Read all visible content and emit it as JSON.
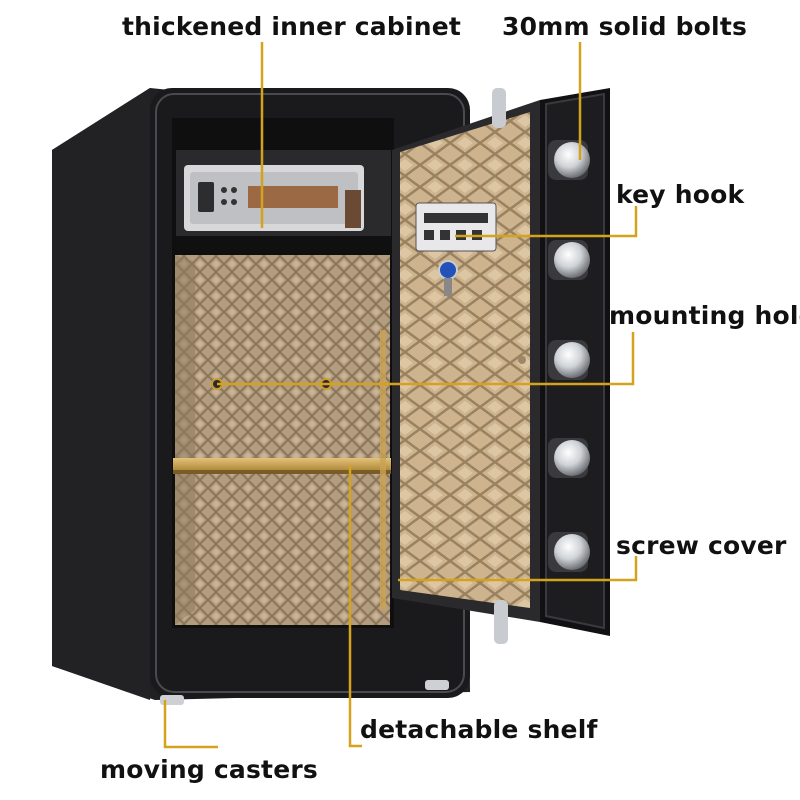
{
  "callouts": {
    "inner_cabinet": "thickened inner cabinet",
    "solid_bolts": "30mm solid bolts",
    "key_hook": "key hook",
    "mounting_hole": "mounting hole",
    "screw_cover": "screw cover",
    "detachable_shelf": "detachable shelf",
    "moving_casters": "moving casters"
  },
  "colors": {
    "leader_line": "#d4a21c",
    "safe_body": "#1b1b1d",
    "interior_lining": "#b09a7c",
    "door_panel": "#c8ae88",
    "shelf": "#c9a253",
    "text": "#111111"
  }
}
